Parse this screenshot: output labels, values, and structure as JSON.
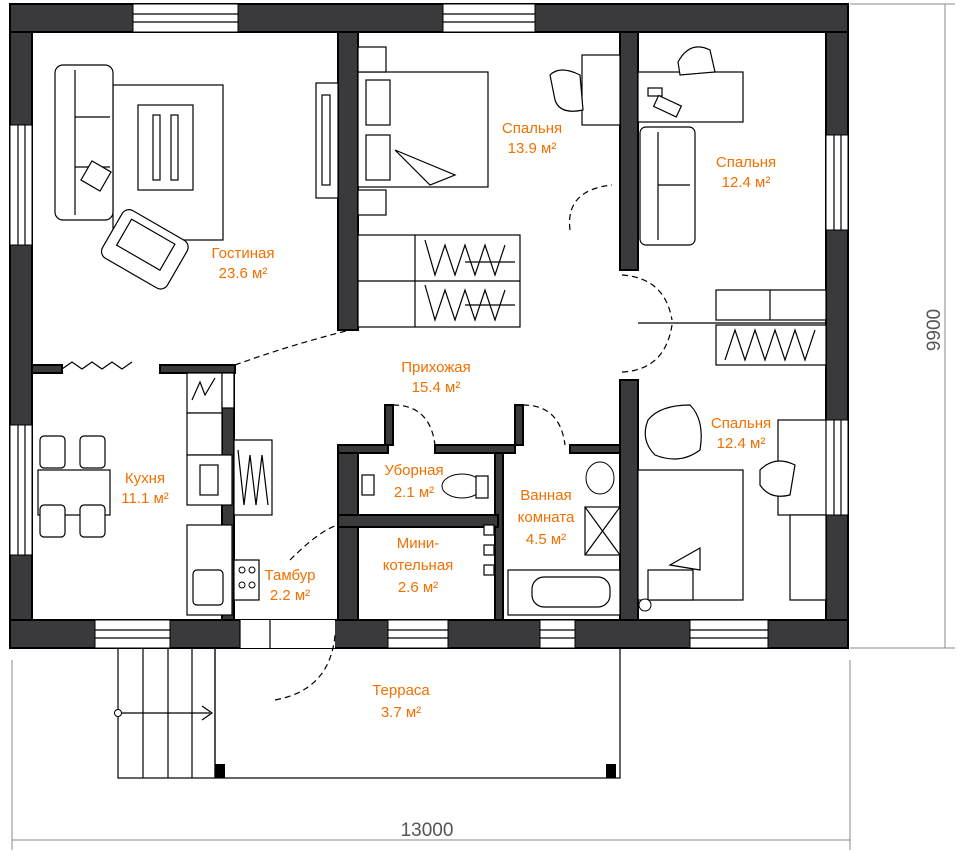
{
  "rooms": {
    "living": {
      "name": "Гостиная",
      "area": "23.6 м²"
    },
    "bedroom1": {
      "name": "Спальня",
      "area": "13.9 м²"
    },
    "bedroom2": {
      "name": "Спальня",
      "area": "12.4 м²"
    },
    "hall": {
      "name": "Прихожая",
      "area": "15.4 м²"
    },
    "bedroom3": {
      "name": "Спальня",
      "area": "12.4 м²"
    },
    "kitchen": {
      "name": "Кухня",
      "area": "11.1 м²"
    },
    "toilet": {
      "name": "Уборная",
      "area": "2.1 м²"
    },
    "bathroom": {
      "name_line1": "Ванная",
      "name_line2": "комната",
      "area": "4.5 м²"
    },
    "boiler": {
      "name_line1": "Мини-",
      "name_line2": "котельная",
      "area": "2.6 м²"
    },
    "vestibule": {
      "name": "Тамбур",
      "area": "2.2 м²"
    },
    "terrace": {
      "name": "Терраса",
      "area": "3.7 м²"
    }
  },
  "dimensions": {
    "width": "13000",
    "height": "9900"
  },
  "colors": {
    "label": "#f07000",
    "wall": "#3a3a3c"
  }
}
